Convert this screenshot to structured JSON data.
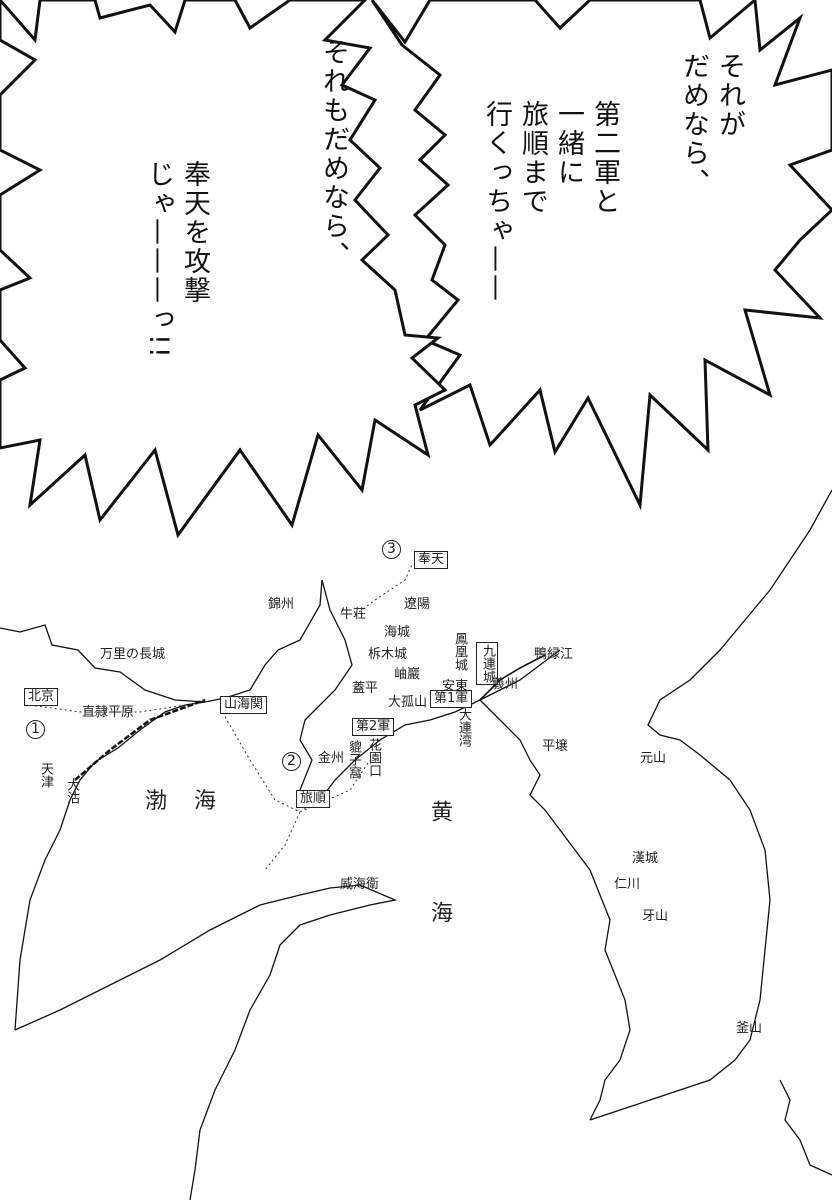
{
  "speech": {
    "right_bubble": {
      "line1": "それが\nだめなら、",
      "line2": "第二軍と\n一緒に\n旅順まで\n行くっちゃ——"
    },
    "left_bubble": {
      "line1": "それもだめなら、",
      "line2": "奉天を攻撃\nじゃ———っ!!"
    }
  },
  "map": {
    "seas": {
      "bohai": "渤 海",
      "yellow": "黄 海"
    },
    "route_markers": [
      "1",
      "2",
      "3"
    ],
    "boxed_labels": [
      "北京",
      "山海関",
      "旅順",
      "第2軍",
      "第1軍",
      "奉天",
      "九連城"
    ],
    "places": [
      "万里の長城",
      "直隷平原",
      "天津",
      "大沽",
      "錦州",
      "牛荘",
      "遼陽",
      "海城",
      "柝木城",
      "鳳凰城",
      "岫巖",
      "蓋平",
      "大孤山",
      "安東",
      "義州",
      "大連湾",
      "金州",
      "貔子窩",
      "花園口",
      "平壌",
      "元山",
      "漢城",
      "仁川",
      "牙山",
      "釜山",
      "鴨緑江",
      "威海衛"
    ]
  }
}
